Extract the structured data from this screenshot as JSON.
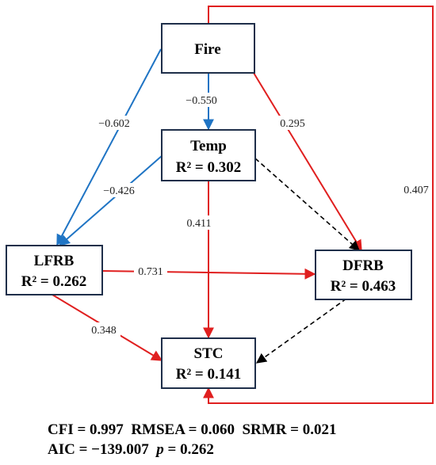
{
  "nodes": {
    "fire": {
      "title": "Fire"
    },
    "temp": {
      "title": "Temp",
      "r2": "R² = 0.302"
    },
    "lfrb": {
      "title": "LFRB",
      "r2": "R² = 0.262"
    },
    "dfrb": {
      "title": "DFRB",
      "r2": "R² = 0.463"
    },
    "stc": {
      "title": "STC",
      "r2": "R² = 0.141"
    }
  },
  "edges": [
    {
      "id": "fire-temp",
      "from": "Fire",
      "to": "Temp",
      "coef": "−0.550",
      "sign": "negative",
      "style": "solid"
    },
    {
      "id": "fire-lfrb",
      "from": "Fire",
      "to": "LFRB",
      "coef": "−0.602",
      "sign": "negative",
      "style": "solid"
    },
    {
      "id": "fire-dfrb",
      "from": "Fire",
      "to": "DFRB",
      "coef": "0.295",
      "sign": "positive",
      "style": "solid"
    },
    {
      "id": "fire-stc",
      "from": "Fire",
      "to": "STC",
      "coef": "0.407",
      "sign": "positive",
      "style": "solid"
    },
    {
      "id": "temp-lfrb",
      "from": "Temp",
      "to": "LFRB",
      "coef": "−0.426",
      "sign": "negative",
      "style": "solid"
    },
    {
      "id": "temp-stc",
      "from": "Temp",
      "to": "STC",
      "coef": "0.411",
      "sign": "positive",
      "style": "solid"
    },
    {
      "id": "temp-dfrb",
      "from": "Temp",
      "to": "DFRB",
      "coef": "",
      "sign": "nonsignificant",
      "style": "dashed"
    },
    {
      "id": "lfrb-dfrb",
      "from": "LFRB",
      "to": "DFRB",
      "coef": "0.731",
      "sign": "positive",
      "style": "solid"
    },
    {
      "id": "lfrb-stc",
      "from": "LFRB",
      "to": "STC",
      "coef": "0.348",
      "sign": "positive",
      "style": "solid"
    },
    {
      "id": "dfrb-stc",
      "from": "DFRB",
      "to": "STC",
      "coef": "",
      "sign": "nonsignificant",
      "style": "dashed"
    }
  ],
  "fit": {
    "cfi": "CFI = 0.997",
    "rmsea": "RMSEA = 0.060",
    "srmr": "SRMR = 0.021",
    "aic": "AIC = −139.007",
    "p_label": "p",
    "p_value": " = 0.262"
  },
  "colors": {
    "positive": "#e01f1f",
    "negative": "#1f74c4",
    "nonsignificant": "#000000",
    "box_border": "#1f2f4a"
  }
}
